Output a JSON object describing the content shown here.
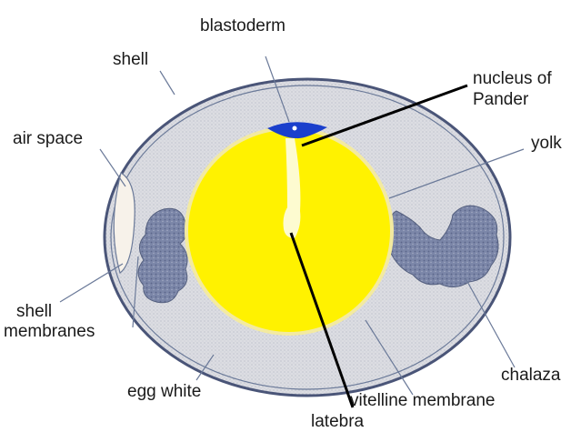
{
  "diagram": {
    "labels": {
      "blastoderm": "blastoderm",
      "shell": "shell",
      "nucleus_line1": "nucleus of",
      "nucleus_line2": "Pander",
      "air_space": "air space",
      "yolk": "yolk",
      "shell_membranes_line1": "shell",
      "shell_membranes_line2": "membranes",
      "chalaza": "chalaza",
      "egg_white": "egg white",
      "vitelline_membrane": "vitelline membrane",
      "latebra": "latebra"
    },
    "colors": {
      "albumen": "#dcdde2",
      "yolk": "#fff200",
      "yolk_rim": "#f3eaa0",
      "blastoderm": "#1a3fcc",
      "chalaza": "#7b86a8",
      "shell_outline": "#4a5578",
      "air_space": "#f7f2ea",
      "latebra": "#fdfbd0"
    }
  }
}
